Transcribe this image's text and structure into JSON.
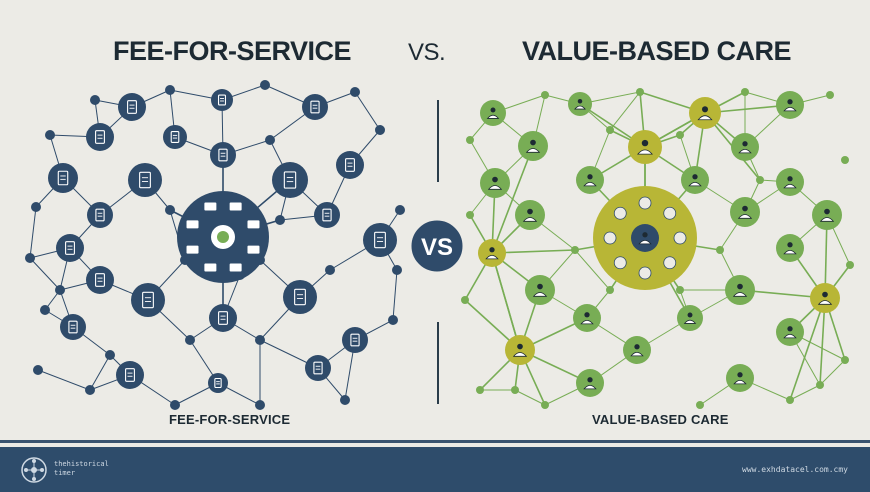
{
  "header": {
    "left_title": "FEE-FOR-SERVICE",
    "vs_label": "VS.",
    "right_title": "VALUE-BASED CARE"
  },
  "center_badge": {
    "label": "VS"
  },
  "captions": {
    "left": "FEE-FOR-SERVICE",
    "right": "VALUE-BASED CARE"
  },
  "footer": {
    "brand_line1": "thehistorical",
    "brand_line2": "timer",
    "url": "www.exhdatacel.com.cmy"
  },
  "colors": {
    "background": "#ecebe6",
    "left_node": "#2f4b6a",
    "right_node": "#78ad55",
    "right_hub": "#b8b636",
    "footer": "#2e4c6b",
    "text": "#1d2a33"
  },
  "icons": {
    "left_nodes": "billing-document-icons",
    "right_nodes": "patient-and-doctor-icons",
    "footer_logo": "network-logo-icon"
  }
}
